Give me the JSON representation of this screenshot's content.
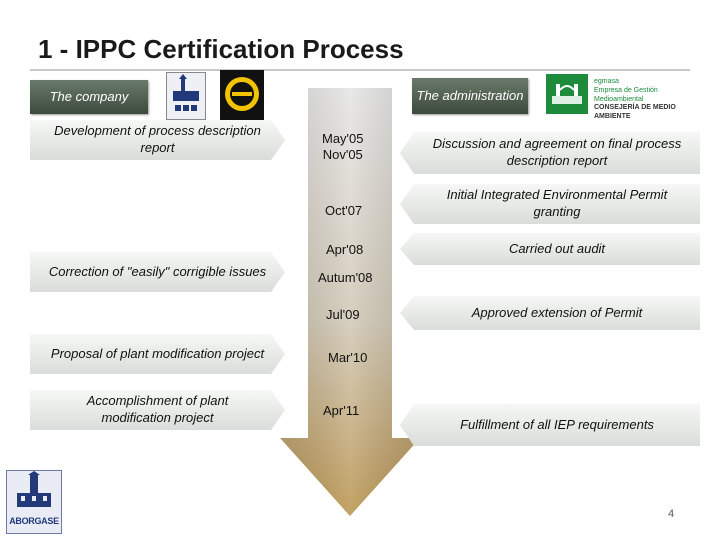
{
  "slide": {
    "title": "1 - IPPC Certification Process",
    "page_number": "4"
  },
  "headers": {
    "company": "The company",
    "administration": "The administration"
  },
  "company_steps": [
    "Development of process description  report",
    "Correction of \"easily\" corrigible issues",
    "Proposal of plant modification project",
    "Accomplishment of plant modification project"
  ],
  "dates": [
    "May'05\nNov'05",
    "Oct'07",
    "Apr'08",
    "Autum'08",
    "Jul'09",
    "Mar'10",
    "Apr'11"
  ],
  "administration_steps": [
    "Discussion and agreement on final process description report",
    "Initial Integrated Environmental Permit granting",
    "Carried out audit",
    "Approved extension of Permit",
    "Fulfillment of all IEP requirements"
  ],
  "logos": {
    "aborgase": "ABORGASE",
    "junta_line1": "egmasa",
    "junta_line2": "Empresa de Gestión Medioambiental",
    "junta_line3": "CONSEJERÍA DE MEDIO AMBIENTE"
  },
  "colors": {
    "arrow_top": "#d4d4d4",
    "arrow_bottom": "#bf9a55",
    "header_box": "#4c5a4c",
    "junta_green": "#1e8a3c"
  }
}
